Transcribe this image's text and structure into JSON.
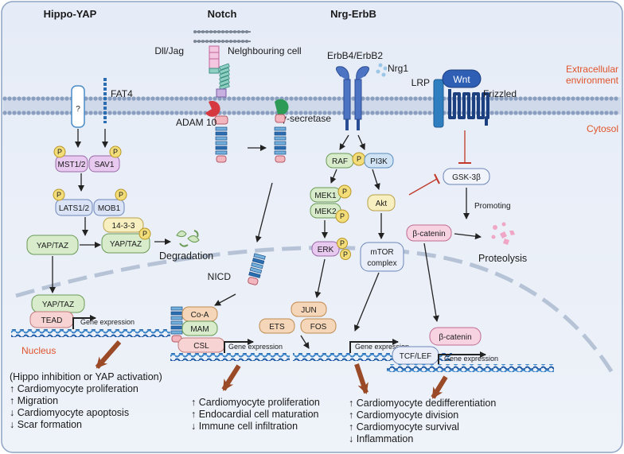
{
  "headers": {
    "hippo": "Hippo-YAP",
    "notch": "Notch",
    "nrg": "Nrg-ErbB"
  },
  "labels": {
    "extracellular_1": "Extracellular",
    "extracellular_2": "environment",
    "cytosol": "Cytosol",
    "nucleus": "Nucleus"
  },
  "common": {
    "gene_expression": "Gene expression"
  },
  "hippo": {
    "unknown": "?",
    "fat4": "FAT4",
    "p": "P",
    "mst": "MST1/2",
    "sav": "SAV1",
    "lats": "LATS1/2",
    "mob": "MOB1",
    "yap": "YAP/TAZ",
    "f1433": "14-3-3",
    "degradation": "Degradation",
    "tead": "TEAD",
    "outcomes": [
      "(Hippo inhibition or YAP activation)",
      "↑ Cardiomyocyte proliferation",
      "↑ Migration",
      "↓ Cardiomyocyte apoptosis",
      "↓ Scar formation"
    ]
  },
  "notch": {
    "dll_jag": "Dll/Jag",
    "neighbouring": "Nelghbouring cell",
    "adam10": "ADAM 10",
    "gamma": "γ-secretase",
    "nicd": "NICD",
    "coa": "Co-A",
    "mam": "MAM",
    "csl": "CSL",
    "outcomes": [
      "↑ Cardiomyocyte proliferation",
      "↑ Endocardial cell maturation",
      "↓ Immune cell infiltration"
    ]
  },
  "nrg": {
    "erbb": "ErbB4/ErbB2",
    "nrg1": "Nrg1",
    "raf": "RAF",
    "pi3k": "PI3K",
    "mek1": "MEK1",
    "mek2": "MEK2",
    "akt": "Akt",
    "erk": "ERK",
    "mtor1": "mTOR",
    "mtor2": "complex",
    "jun": "JUN",
    "ets": "ETS",
    "fos": "FOS",
    "outcomes": [
      "↑ Cardiomyocyte dedifferentiation",
      "↑ Cardiomyocyte division",
      "↑ Cardiomyocyte survival",
      "↓ Inflammation"
    ]
  },
  "wnt": {
    "lrp": "LRP",
    "wnt": "Wnt",
    "frizzled": "Frizzled",
    "gsk": "GSK-3β",
    "promoting": "Promoting",
    "beta": "β-catenin",
    "proteolysis": "Proteolysis",
    "tcf": "TCF/LEF"
  }
}
